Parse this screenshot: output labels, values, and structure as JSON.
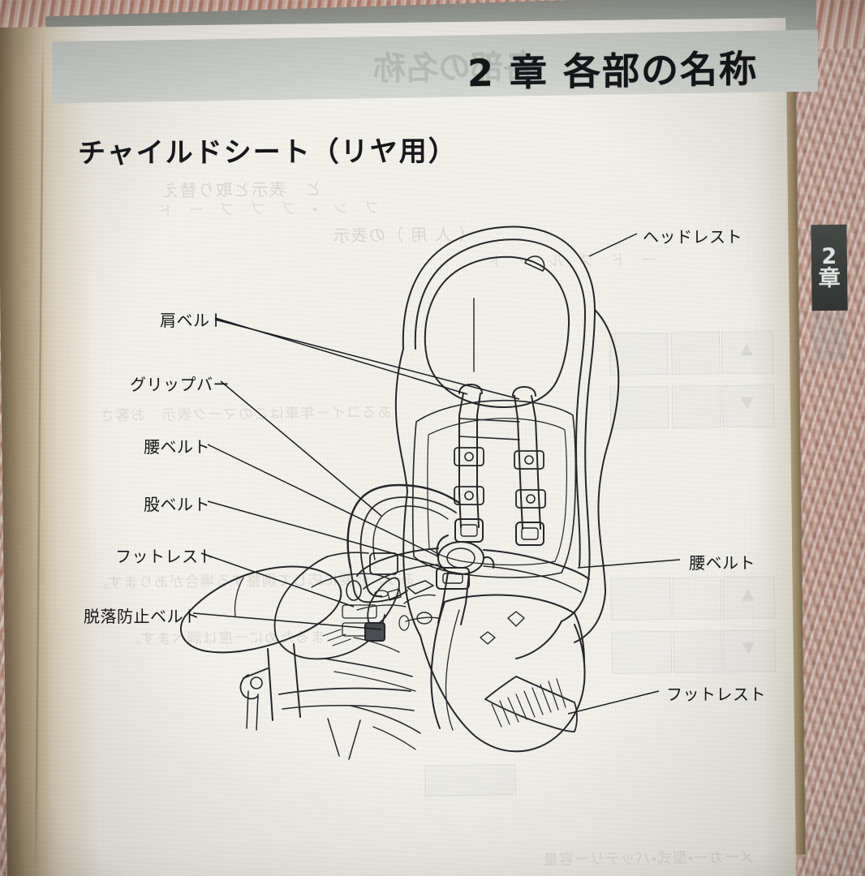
{
  "document": {
    "kind": "printed-manual-photo",
    "language": "ja",
    "header": {
      "chapter_title": "2 章 各部の名称",
      "facing_page_ghost": "各部の名称"
    },
    "section_title": "チャイルドシート（リヤ用）",
    "chapter_tab": {
      "number": "2",
      "unit": "章"
    }
  },
  "callouts": {
    "left": [
      {
        "id": "shoulder-belt",
        "label": "肩ベルト"
      },
      {
        "id": "grip-bar",
        "label": "グリップバー"
      },
      {
        "id": "waist-belt",
        "label": "腰ベルト"
      },
      {
        "id": "crotch-belt",
        "label": "股ベルト"
      },
      {
        "id": "footrest",
        "label": "フットレスト"
      },
      {
        "id": "anti-falloff-belt",
        "label": "脱落防止ベルト"
      }
    ],
    "right": [
      {
        "id": "headrest",
        "label": "ヘッドレスト"
      },
      {
        "id": "waist-belt-right",
        "label": "腰ベルト"
      },
      {
        "id": "footrest-right",
        "label": "フットレスト"
      }
    ]
  },
  "illustration": {
    "subject": "child-seat-rear-line-drawing",
    "description": "リヤ用チャイルドシートの線画（ヘッドレスト・肩ベルト・グリップバー・腰ベルト・股ベルト・フットレスト・脱落防止ベルト）"
  },
  "show_through": {
    "note": "裏面の文字が透けて見える",
    "lines": [
      "と　表示と取り替え",
      "ブ　ン　・　ブ　ブ　ブ　ー　ド",
      "（ 人 用 ）の表示",
      "ー　ド　ブ　ル　ー　ト",
      "あるコイー年車はこのマーク表示　お客さ"
    ],
    "bottom_lines": [
      "あり、必要に応じて調整する場合があります。",
      "まるために一度は調べます。",
      "メーカー・型式・バッテリー容量"
    ]
  },
  "colors": {
    "page_paper": "#f3f1eb",
    "header_band": "#ced1cc",
    "ink": "#16181b",
    "tab_background": "#3e4140",
    "tab_text": "#eef0ee",
    "carpet": "#c79f8e",
    "page_edge": "#9d8a68"
  }
}
